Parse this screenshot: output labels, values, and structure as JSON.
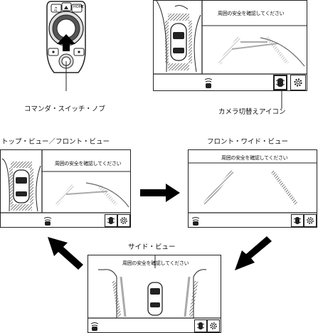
{
  "commander_switch": {
    "label": "コマンダ・スイッチ・ノブ",
    "badge": "HOME"
  },
  "callout": {
    "label": "カメラ切替えアイコン"
  },
  "screen_main": {
    "message": "周囲の安全を確認してください"
  },
  "top_front_view": {
    "title": "トップ・ビュー／フロント・ビュー",
    "message": "周囲の安全を確認してください"
  },
  "front_wide_view": {
    "title": "フロント・ワイド・ビュー",
    "message": "周囲の安全を確認してください"
  },
  "side_view": {
    "title": "サイド・ビュー",
    "message": "周囲の安全を確認してください"
  },
  "icons": {
    "camera_switch": "camera-switch-icon",
    "settings": "gear-icon",
    "sonar": "parking-sensor-icon",
    "flow_arrow": "flow-arrow-icon"
  },
  "colors": {
    "line": "#222222",
    "hatch": "#555555",
    "arrow": "#000000"
  }
}
